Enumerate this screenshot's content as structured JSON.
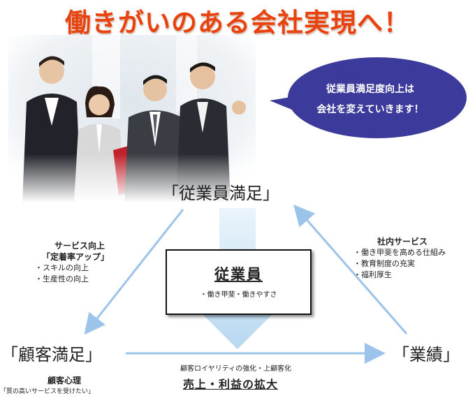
{
  "headline": "働きがいのある会社実現へ！",
  "bubble": {
    "line1": "従業員満足度向上は",
    "line2": "会社を変えていきます！",
    "color": "#3c3a9a"
  },
  "nodes": {
    "top": "「従業員満足」",
    "left": "「顧客満足」",
    "right": "「業績」"
  },
  "center": {
    "title": "従業員",
    "subtitle": "・働き甲斐・働きやすさ"
  },
  "left_label": {
    "heading": "サービス向上",
    "subheading": "「定着率アップ」",
    "bullets": [
      "・スキルの向上",
      "・生産性の向上"
    ]
  },
  "right_label": {
    "heading": "社内サービス",
    "bullets": [
      "・働き甲斐を高める仕組み",
      "・教育制度の充実",
      "・福利厚生"
    ]
  },
  "customer": {
    "title": "顧客心理",
    "subtitle": "「質の高いサービスを受けたい」"
  },
  "bottom": {
    "small": "顧客ロイヤリティの強化・上顧客化",
    "big": "売上・利益の拡大"
  },
  "colors": {
    "headline": "#e8420e",
    "arrow_light": "#c9e2f4",
    "arrow_line": "#9cc4ea"
  }
}
